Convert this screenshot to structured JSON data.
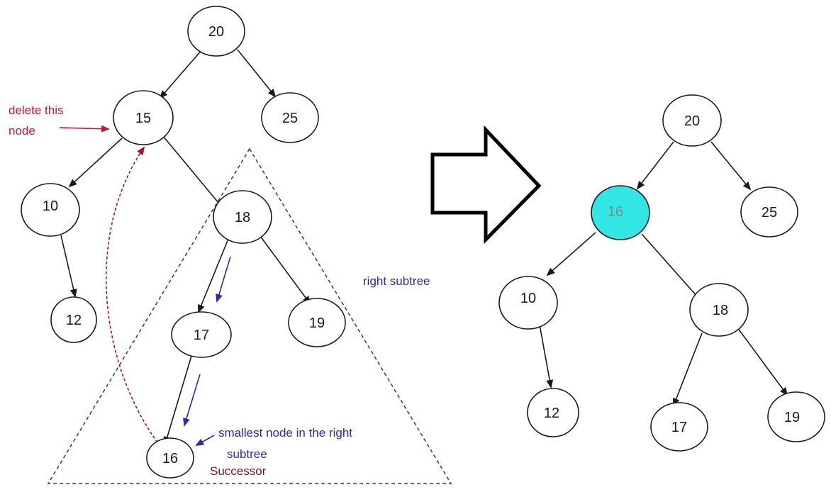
{
  "left_tree": {
    "nodes": {
      "n20": "20",
      "n15": "15",
      "n25": "25",
      "n10": "10",
      "n12": "12",
      "n18": "18",
      "n17": "17",
      "n19": "19",
      "n16": "16"
    },
    "delete_label_line1": "delete this",
    "delete_label_line2": "node",
    "right_subtree_label": "right subtree",
    "smallest_label_line1": "smallest node in the right",
    "smallest_label_line2": "subtree",
    "successor_label": "Successor"
  },
  "right_tree": {
    "nodes": {
      "n20": "20",
      "n16": "16",
      "n25": "25",
      "n10": "10",
      "n12": "12",
      "n18": "18",
      "n17": "17",
      "n19": "19"
    }
  },
  "colors": {
    "delete_label": "#c0182a",
    "annotation_blue": "#2a2ab8",
    "successor_label": "#7a1030",
    "highlight_node": "#33e6e6",
    "dashed_curve": "#a01030"
  }
}
